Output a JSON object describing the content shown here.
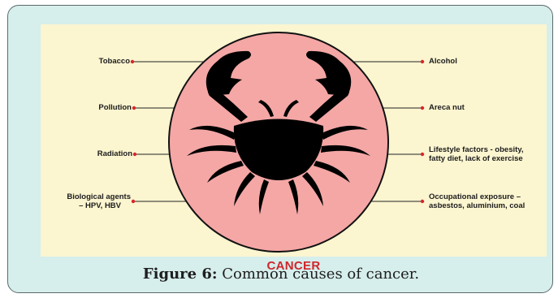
{
  "diagram": {
    "title": "CANCER",
    "left_labels": [
      {
        "line1": "Tobacco",
        "line2": ""
      },
      {
        "line1": "Pollution",
        "line2": ""
      },
      {
        "line1": "Radiation",
        "line2": ""
      },
      {
        "line1": "Biological agents",
        "line2": "– HPV, HBV"
      }
    ],
    "right_labels": [
      {
        "line1": "Alcohol",
        "line2": ""
      },
      {
        "line1": "Areca nut",
        "line2": ""
      },
      {
        "line1": "Lifestyle factors -  obesity,",
        "line2": "fatty diet, lack of exercise"
      },
      {
        "line1": "Occupational exposure –",
        "line2": "asbestos, aluminium, coal"
      }
    ],
    "colors": {
      "circle": "#f4a7a5",
      "crab": "#000000",
      "pointer": "#d8262b",
      "panel": "#fbf5d0",
      "frame": "#d6eeec"
    }
  },
  "caption": {
    "label": "Figure 6:",
    "text": " Common causes of cancer."
  }
}
